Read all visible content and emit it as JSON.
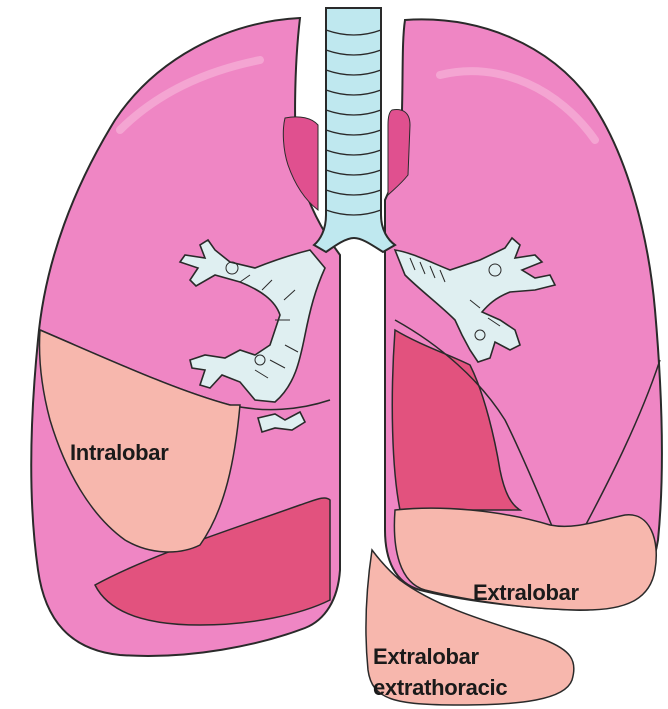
{
  "labels": {
    "intralobar": "Intralobar",
    "extralobar": "Extralobar",
    "extralobar_extrathoracic_line1": "Extralobar",
    "extralobar_extrathoracic_line2": "extrathoracic"
  },
  "colors": {
    "lung_pink": "#ef86c4",
    "lung_dark": "#e0508f",
    "lobe_dark": "#e2527e",
    "sequestration_peach": "#f7b7ad",
    "trachea": "#bfe8ef",
    "outline": "#2a2a2a",
    "background": "#ffffff"
  }
}
